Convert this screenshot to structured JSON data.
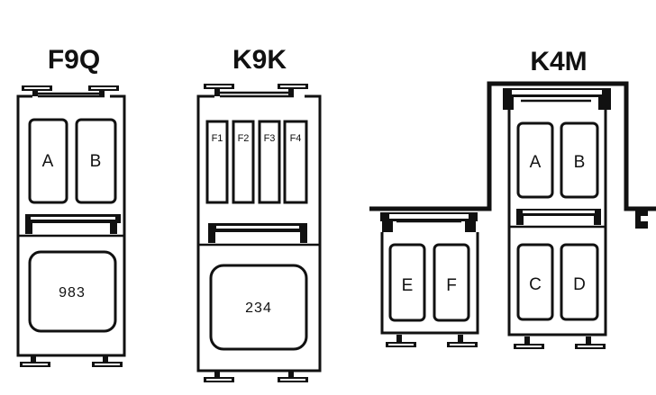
{
  "diagrams": [
    {
      "title": "F9Q",
      "relays": [
        "A",
        "B"
      ],
      "block": "983"
    },
    {
      "title": "K9K",
      "fuses": [
        "F1",
        "F2",
        "F3",
        "F4"
      ],
      "block": "234"
    },
    {
      "title": "K4M",
      "left_relays": [
        "E",
        "F"
      ],
      "right_top_relays": [
        "A",
        "B"
      ],
      "right_bottom_relays": [
        "C",
        "D"
      ]
    }
  ]
}
